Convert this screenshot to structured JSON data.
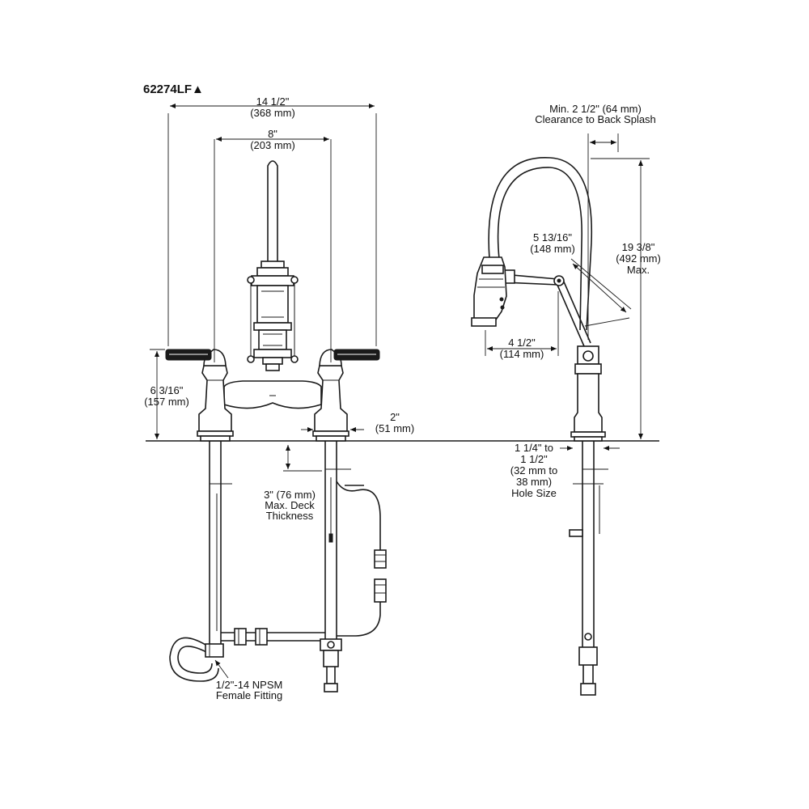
{
  "model": "62274LF▲",
  "dimensions": {
    "width_total": [
      "14 1/2\"",
      "(368 mm)"
    ],
    "spread": [
      "8\"",
      "(203 mm)"
    ],
    "handle_height": [
      "6 3/16\"",
      "(157 mm)"
    ],
    "spacing": [
      "2\"",
      "(51 mm)"
    ],
    "deck": [
      "3\" (76 mm)",
      "Max. Deck",
      "Thickness"
    ],
    "fitting": [
      "1/2\"-14 NPSM",
      "Female Fitting"
    ],
    "clearance": [
      "Min. 2 1/2\" (64 mm)",
      "Clearance to Back Splash"
    ],
    "reach": [
      "5 13/16\"",
      "(148 mm)"
    ],
    "height": [
      "19 3/8\"",
      "(492 mm)",
      "Max."
    ],
    "offset": [
      "4 1/2\"",
      "(114 mm)"
    ],
    "hole": [
      "1 1/4\" to",
      "1 1/2\"",
      "(32 mm to",
      "38 mm)",
      "Hole Size"
    ]
  }
}
